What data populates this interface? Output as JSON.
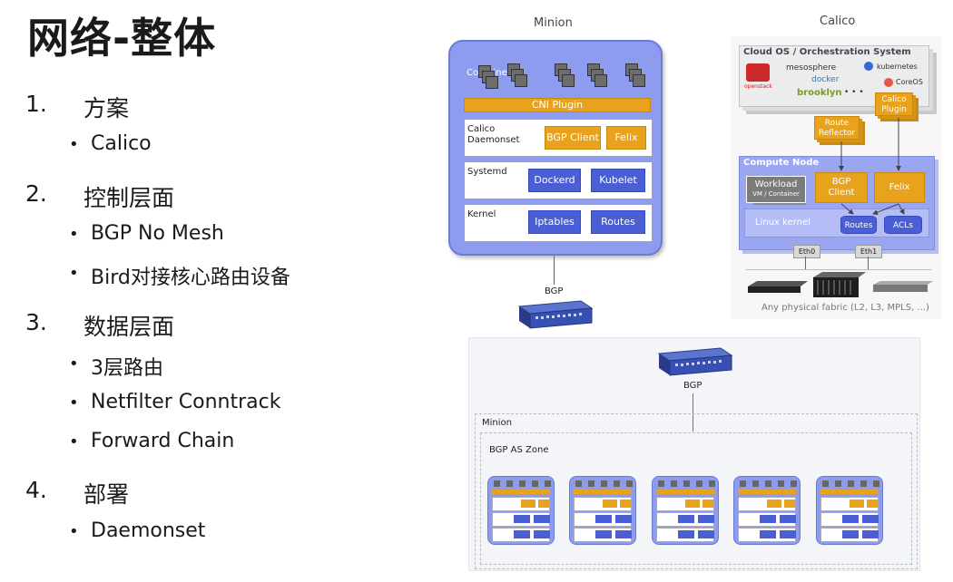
{
  "title": "网络-整体",
  "sections": [
    {
      "num": "1.",
      "label": "方案",
      "bullets": [
        "Calico"
      ]
    },
    {
      "num": "2.",
      "label": "控制层面",
      "bullets": [
        "BGP No Mesh",
        "Bird对接核心路由设备"
      ]
    },
    {
      "num": "3.",
      "label": "数据层面",
      "bullets": [
        "3层路由",
        "Netfilter Conntrack",
        "Forward Chain"
      ]
    },
    {
      "num": "4.",
      "label": "部署",
      "bullets": [
        "Daemonset"
      ]
    }
  ],
  "bullet_glyph": "•",
  "minion": {
    "title": "Minion",
    "container": "Container",
    "cni": "CNI Plugin",
    "daemonset": [
      "Calico",
      "Daemonset"
    ],
    "bgp_client": "BGP Client",
    "felix": "Felix",
    "systemd": "Systemd",
    "dockerd": "Dockerd",
    "kubelet": "Kubelet",
    "kernel": "Kernel",
    "iptables": "Iptables",
    "routes": "Routes",
    "bgp": "BGP"
  },
  "calico": {
    "title": "Calico",
    "cloud_os": "Cloud OS / Orchestration System",
    "logos": [
      "openstack",
      "mesosphere",
      "kubernetes",
      "docker",
      "CoreOS",
      "brooklyn",
      "• • •"
    ],
    "calico_plugin": [
      "Calico",
      "Plugin"
    ],
    "route_reflector": [
      "Route",
      "Reflector"
    ],
    "compute_node": "Compute Node",
    "workload": "Workload",
    "vm_container": "VM / Container",
    "bgp_client": [
      "BGP",
      "Client"
    ],
    "felix": "Felix",
    "linux_kernel": "Linux kernel",
    "routes": "Routes",
    "acls": "ACLs",
    "eth0": "Eth0",
    "eth1": "Eth1",
    "fabric": "Any physical fabric (L2, L3, MPLS, ...)"
  },
  "bottom": {
    "bgp": "BGP",
    "minion": "Minion",
    "zone": "BGP AS Zone"
  },
  "colors": {
    "orange": "#e8a21c",
    "blue": "#4a5fd6",
    "lavender": "#8e9cf0",
    "text": "#1a1a1a"
  }
}
